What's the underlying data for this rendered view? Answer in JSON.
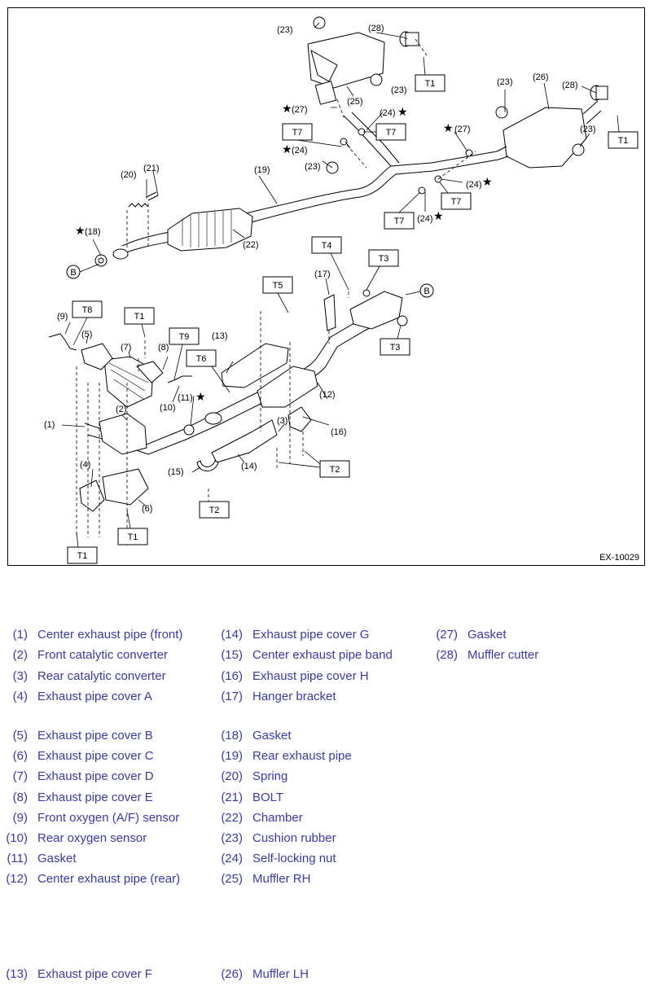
{
  "figure": {
    "code": "EX-10029",
    "callouts": {
      "c1": "(1)",
      "c2": "(2)",
      "c3": "(3)",
      "c4": "(4)",
      "c5": "(5)",
      "c6": "(6)",
      "c7": "(7)",
      "c8": "(8)",
      "c9": "(9)",
      "c10": "(10)",
      "c11": "(11)",
      "c12": "(12)",
      "c13": "(13)",
      "c14": "(14)",
      "c15": "(15)",
      "c16": "(16)",
      "c17": "(17)",
      "c18": "(18)",
      "c19": "(19)",
      "c20": "(20)",
      "c21": "(21)",
      "c22": "(22)",
      "c23a": "(23)",
      "c23b": "(23)",
      "c23c": "(23)",
      "c23d": "(23)",
      "c23e": "(23)",
      "c24a": "(24)",
      "c24b": "(24)",
      "c24c": "(24)",
      "c24d": "(24)",
      "c25": "(25)",
      "c26": "(26)",
      "c27a": "(27)",
      "c27b": "(27)",
      "c28a": "(28)",
      "c28b": "(28)"
    },
    "torque_tags": {
      "t1_top": "T1",
      "t1_right": "T1",
      "t7_a": "T7",
      "t7_b": "T7",
      "t7_c": "T7",
      "t7_d": "T7",
      "t4": "T4",
      "t3_top": "T3",
      "t3_bot": "T3",
      "t5": "T5",
      "t8": "T8",
      "t1_mid": "T1",
      "t9": "T9",
      "t6": "T6",
      "t2_right": "T2",
      "t2_mid": "T2",
      "t1_bot_a": "T1",
      "t1_bot_b": "T1"
    },
    "connector_letter_left": "B",
    "connector_letter_right": "B",
    "star_symbol": "★"
  },
  "legend": {
    "col1": [
      {
        "num": "(1)",
        "name": "Center exhaust pipe (front)"
      },
      {
        "num": "(2)",
        "name": "Front catalytic converter"
      },
      {
        "num": "(3)",
        "name": "Rear catalytic converter"
      },
      {
        "num": "(4)",
        "name": "Exhaust pipe cover A"
      },
      {
        "num": "(5)",
        "name": "Exhaust pipe cover B"
      },
      {
        "num": "(6)",
        "name": "Exhaust pipe cover C"
      },
      {
        "num": "(7)",
        "name": "Exhaust pipe cover D"
      },
      {
        "num": "(8)",
        "name": "Exhaust pipe cover E"
      },
      {
        "num": "(9)",
        "name": "Front oxygen (A/F) sensor"
      },
      {
        "num": "(10)",
        "name": "Rear oxygen sensor"
      },
      {
        "num": "(11)",
        "name": "Gasket"
      },
      {
        "num": "(12)",
        "name": "Center exhaust pipe (rear)"
      },
      {
        "num": "(13)",
        "name": "Exhaust pipe cover F"
      }
    ],
    "col2": [
      {
        "num": "(14)",
        "name": "Exhaust pipe cover G"
      },
      {
        "num": "(15)",
        "name": "Center exhaust pipe band"
      },
      {
        "num": "(16)",
        "name": "Exhaust pipe cover H"
      },
      {
        "num": "(17)",
        "name": "Hanger bracket"
      },
      {
        "num": "(18)",
        "name": "Gasket"
      },
      {
        "num": "(19)",
        "name": "Rear exhaust pipe"
      },
      {
        "num": "(20)",
        "name": "Spring"
      },
      {
        "num": "(21)",
        "name": "BOLT"
      },
      {
        "num": "(22)",
        "name": "Chamber"
      },
      {
        "num": "(23)",
        "name": "Cushion rubber"
      },
      {
        "num": "(24)",
        "name": "Self-locking nut"
      },
      {
        "num": "(25)",
        "name": "Muffler RH"
      },
      {
        "num": "(26)",
        "name": "Muffler LH"
      }
    ],
    "col3": [
      {
        "num": "(27)",
        "name": "Gasket"
      },
      {
        "num": "(28)",
        "name": "Muffler cutter"
      }
    ]
  }
}
